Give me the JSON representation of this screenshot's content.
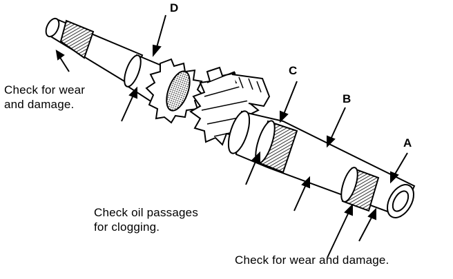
{
  "labels": {
    "a": "A",
    "b": "B",
    "c": "C",
    "d": "D"
  },
  "notes": {
    "wear_left_line1": "Check for wear",
    "wear_left_line2": "and damage.",
    "oil_line1": "Check oil passages",
    "oil_line2": "for clogging.",
    "wear_bottom": "Check for wear and damage."
  },
  "colors": {
    "ink": "#000000",
    "paper": "#ffffff",
    "shade": "#8a8a8a"
  }
}
